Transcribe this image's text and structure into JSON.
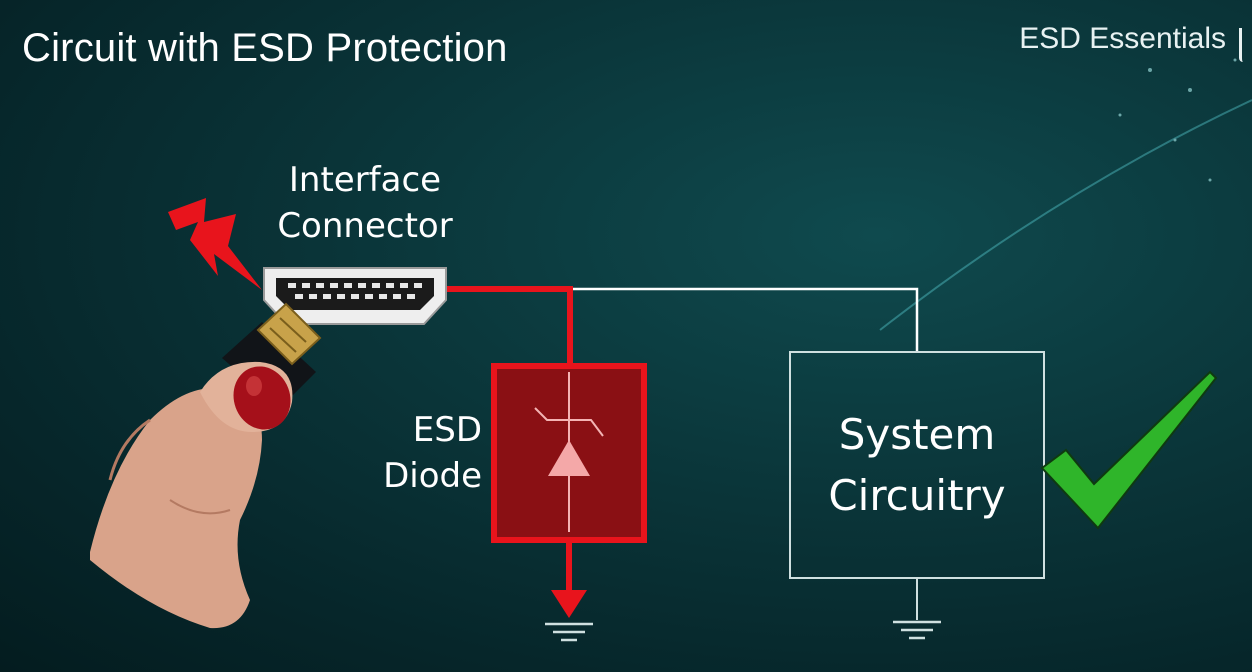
{
  "slide": {
    "title": "Circuit with ESD Protection",
    "brand": "ESD Essentials"
  },
  "diagram": {
    "connector_label": [
      "Interface",
      "Connector"
    ],
    "diode_label": [
      "ESD",
      "Diode"
    ],
    "system_label": [
      "System",
      "Circuitry"
    ],
    "colors": {
      "esd_path": "#e8141c",
      "diode_fill": "#8a1014",
      "wire": "#ffffff",
      "check": "#2fb52a",
      "background": "#0a3438"
    },
    "icons": [
      "lightning-bolt-icon",
      "hdmi-connector-icon",
      "tvs-diode-symbol",
      "ground-symbol",
      "checkmark-icon",
      "hand-holding-cable-image"
    ]
  }
}
